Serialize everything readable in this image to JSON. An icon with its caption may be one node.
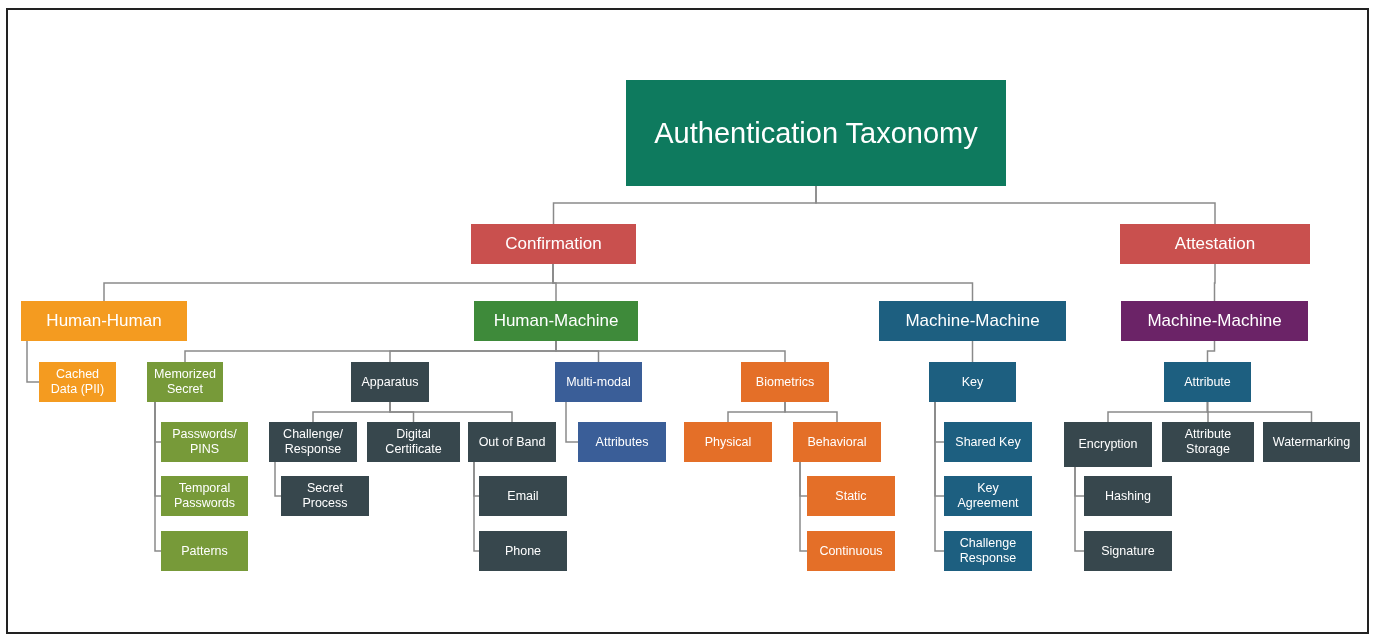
{
  "diagram": {
    "nodes": [
      {
        "text": [
          "Authentication Taxonomy"
        ]
      },
      {
        "text": [
          "Confirmation"
        ]
      },
      {
        "text": [
          "Attestation"
        ]
      },
      {
        "text": [
          "Human-Human"
        ]
      },
      {
        "text": [
          "Human-Machine"
        ]
      },
      {
        "text": [
          "Machine-Machine"
        ]
      },
      {
        "text": [
          "Machine-Machine"
        ]
      },
      {
        "text": [
          "Cached Data (PII)"
        ]
      },
      {
        "text": [
          "Memorized Secret"
        ]
      },
      {
        "text": [
          "Apparatus"
        ]
      },
      {
        "text": [
          "Multi-modal"
        ]
      },
      {
        "text": [
          "Biometrics"
        ]
      },
      {
        "text": [
          "Key"
        ]
      },
      {
        "text": [
          "Attribute"
        ]
      },
      {
        "text": [
          "Passwords/ PINS"
        ]
      },
      {
        "text": [
          "Temporal Passwords"
        ]
      },
      {
        "text": [
          "Patterns"
        ]
      },
      {
        "text": [
          "Challenge/ Response"
        ]
      },
      {
        "text": [
          "Digital Certificate"
        ]
      },
      {
        "text": [
          "Out of Band"
        ]
      },
      {
        "text": [
          "Secret Process"
        ]
      },
      {
        "text": [
          "Email"
        ]
      },
      {
        "text": [
          "Phone"
        ]
      },
      {
        "text": [
          "Attributes"
        ]
      },
      {
        "text": [
          "Physical"
        ]
      },
      {
        "text": [
          "Behavioral"
        ]
      },
      {
        "text": [
          "Static"
        ]
      },
      {
        "text": [
          "Continuous"
        ]
      },
      {
        "text": [
          "Shared Key"
        ]
      },
      {
        "text": [
          "Key Agreement"
        ]
      },
      {
        "text": [
          "Challenge Response"
        ]
      },
      {
        "text": [
          "Encryption"
        ]
      },
      {
        "text": [
          "Attribute Storage"
        ]
      },
      {
        "text": [
          "Watermarking"
        ]
      },
      {
        "text": [
          "Hashing"
        ]
      },
      {
        "text": [
          "Signature"
        ]
      }
    ],
    "edges": [
      {
        "from": 0,
        "to": 1,
        "arrow": "none"
      },
      {
        "from": 0,
        "to": 2,
        "arrow": "none"
      },
      {
        "from": 1,
        "to": 3,
        "arrow": "none"
      },
      {
        "from": 1,
        "to": 4,
        "arrow": "none"
      },
      {
        "from": 1,
        "to": 5,
        "arrow": "none"
      },
      {
        "from": 2,
        "to": 6,
        "arrow": "none"
      },
      {
        "from": 3,
        "to": 7,
        "arrow": "none"
      },
      {
        "from": 4,
        "to": 8,
        "arrow": "none"
      },
      {
        "from": 4,
        "to": 9,
        "arrow": "none"
      },
      {
        "from": 4,
        "to": 10,
        "arrow": "none"
      },
      {
        "from": 4,
        "to": 11,
        "arrow": "none"
      },
      {
        "from": 5,
        "to": 12,
        "arrow": "none"
      },
      {
        "from": 6,
        "to": 13,
        "arrow": "none"
      },
      {
        "from": 8,
        "to": 14,
        "arrow": "none"
      },
      {
        "from": 8,
        "to": 15,
        "arrow": "none"
      },
      {
        "from": 8,
        "to": 16,
        "arrow": "none"
      },
      {
        "from": 9,
        "to": 17,
        "arrow": "none"
      },
      {
        "from": 9,
        "to": 18,
        "arrow": "none"
      },
      {
        "from": 9,
        "to": 19,
        "arrow": "none"
      },
      {
        "from": 17,
        "to": 20,
        "arrow": "none"
      },
      {
        "from": 19,
        "to": 21,
        "arrow": "none"
      },
      {
        "from": 19,
        "to": 22,
        "arrow": "none"
      },
      {
        "from": 10,
        "to": 23,
        "arrow": "none"
      },
      {
        "from": 11,
        "to": 24,
        "arrow": "none"
      },
      {
        "from": 11,
        "to": 25,
        "arrow": "none"
      },
      {
        "from": 25,
        "to": 26,
        "arrow": "none"
      },
      {
        "from": 25,
        "to": 27,
        "arrow": "none"
      },
      {
        "from": 12,
        "to": 28,
        "arrow": "none"
      },
      {
        "from": 12,
        "to": 29,
        "arrow": "none"
      },
      {
        "from": 12,
        "to": 30,
        "arrow": "none"
      },
      {
        "from": 13,
        "to": 31,
        "arrow": "none"
      },
      {
        "from": 13,
        "to": 32,
        "arrow": "none"
      },
      {
        "from": 13,
        "to": 33,
        "arrow": "none"
      },
      {
        "from": 31,
        "to": 34,
        "arrow": "none"
      },
      {
        "from": 31,
        "to": 35,
        "arrow": "none"
      }
    ]
  }
}
